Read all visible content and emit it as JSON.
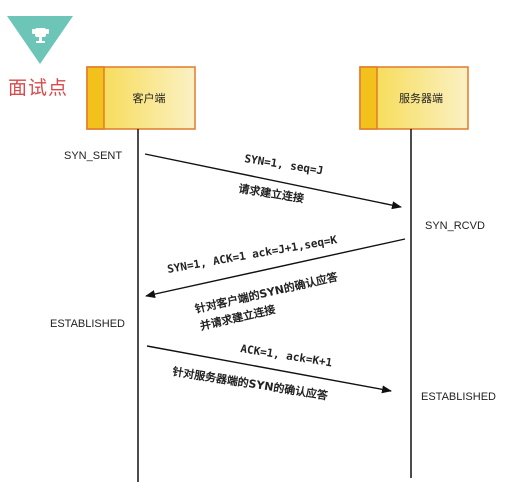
{
  "badge": {
    "icon": "trophy-icon",
    "label": "面试点",
    "color": "#6cc5b6",
    "label_color": "#d94b4b"
  },
  "actors": {
    "client": "客户端",
    "server": "服务器端"
  },
  "states": {
    "syn_sent": "SYN_SENT",
    "syn_rcvd": "SYN_RCVD",
    "client_established": "ESTABLISHED",
    "server_established": "ESTABLISHED"
  },
  "messages": {
    "m1_line1": "SYN=1, seq=J",
    "m1_line2": "请求建立连接",
    "m2_line1": "SYN=1, ACK=1  ack=J+1,seq=K",
    "m2_line2": "针对客户端的SYN的确认应答",
    "m2_line3": "并请求建立连接",
    "m3_line1": "ACK=1, ack=K+1",
    "m3_line2": "针对服务器端的SYN的确认应答"
  },
  "colors": {
    "box_fill": "#f6e27a",
    "box_border": "#e07b2f",
    "box_tab": "#f3c11b"
  }
}
